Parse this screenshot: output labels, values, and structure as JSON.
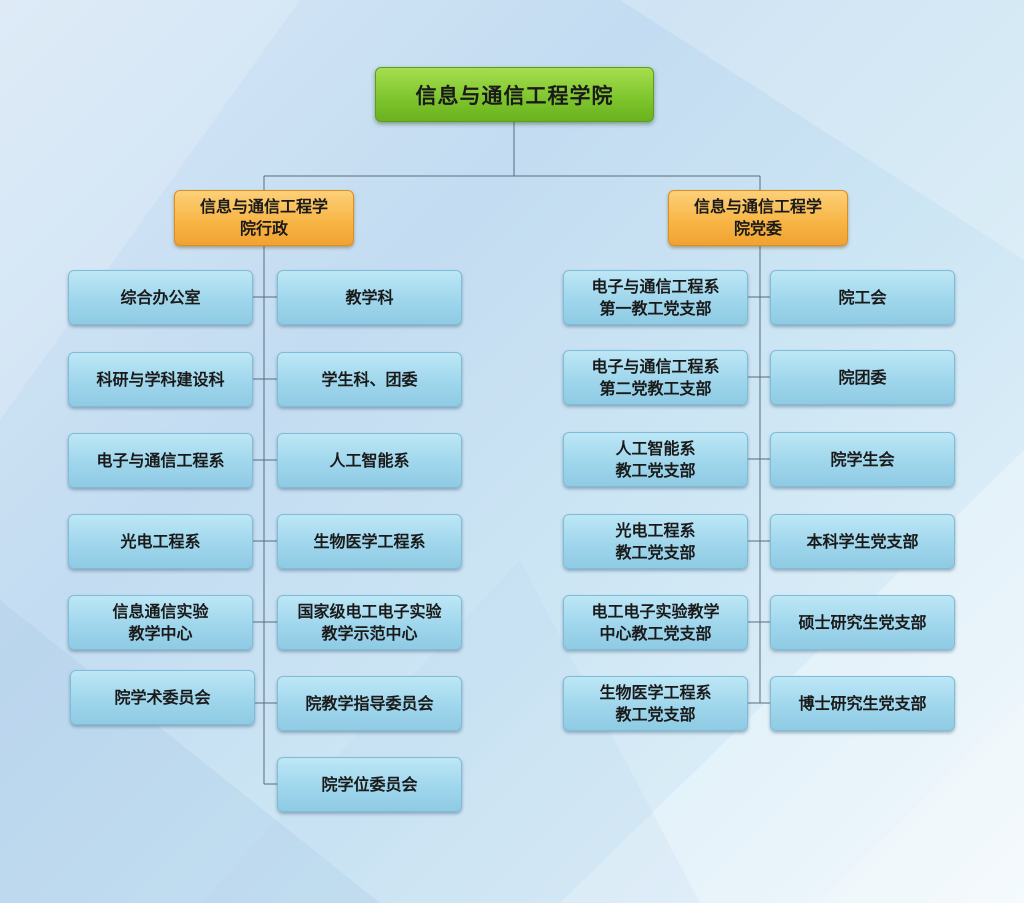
{
  "root": {
    "label": "信息与通信工程学院"
  },
  "admin": {
    "label": "信息与通信工程学\n院行政",
    "left": [
      "综合办公室",
      "科研与学科建设科",
      "电子与通信工程系",
      "光电工程系",
      "信息通信实验\n教学中心",
      "院学术委员会"
    ],
    "right": [
      "教学科",
      "学生科、团委",
      "人工智能系",
      "生物医学工程系",
      "国家级电工电子实验\n教学示范中心",
      "院教学指导委员会",
      "院学位委员会"
    ]
  },
  "party": {
    "label": "信息与通信工程学\n院党委",
    "left": [
      "电子与通信工程系\n第一教工党支部",
      "电子与通信工程系\n第二党教工支部",
      "人工智能系\n教工党支部",
      "光电工程系\n教工党支部",
      "电工电子实验教学\n中心教工党支部",
      "生物医学工程系\n教工党支部"
    ],
    "right": [
      "院工会",
      "院团委",
      "院学生会",
      "本科学生党支部",
      "硕士研究生党支部",
      "博士研究生党支部"
    ]
  },
  "colors": {
    "line": "#5a6b7a",
    "node": "#a3d8ee",
    "root": "#7dc42c",
    "branch": "#f8b443"
  }
}
